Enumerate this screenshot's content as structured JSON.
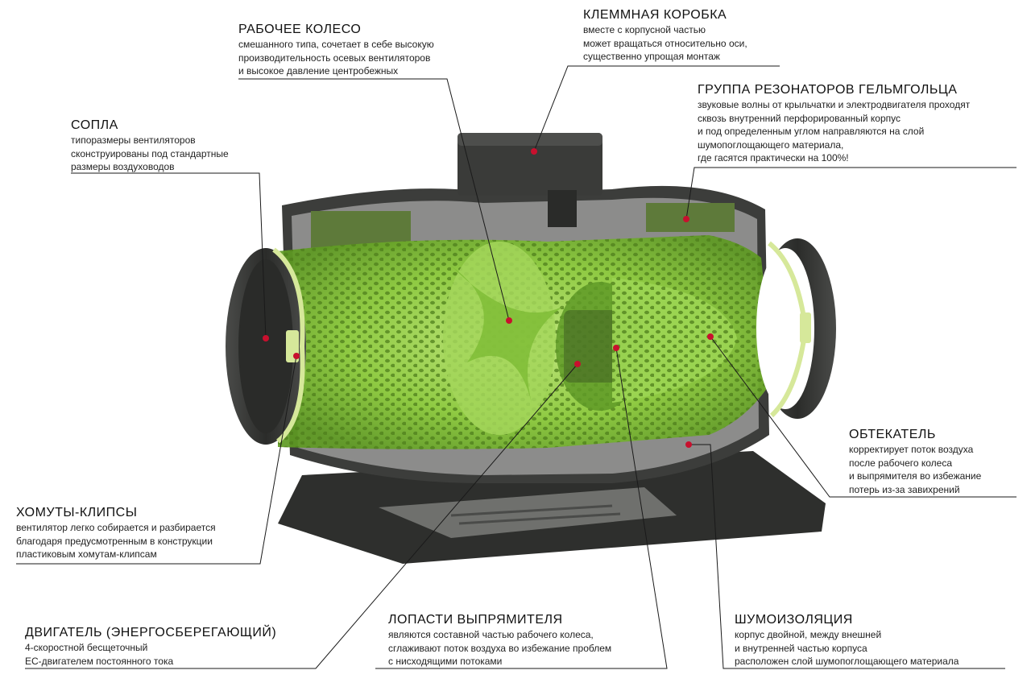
{
  "callouts": {
    "impeller": {
      "title": "РАБОЧЕЕ КОЛЕСО",
      "lines": [
        "смешанного типа, сочетает в себе высокую",
        "производительность осевых вентиляторов",
        "и высокое давление центробежных"
      ]
    },
    "terminal_box": {
      "title": "КЛЕММНАЯ КОРОБКА",
      "lines": [
        "вместе с корпусной частью",
        "может вращаться относительно оси,",
        "существенно упрощая монтаж"
      ]
    },
    "resonators": {
      "title": "ГРУППА РЕЗОНАТОРОВ ГЕЛЬМГОЛЬЦА",
      "lines": [
        "звуковые волны от крыльчатки и электродвигателя проходят",
        "сквозь внутренний перфорированный корпус",
        "и под определенным углом направляются на слой",
        "шумопоглощающего материала,",
        "где гасятся практически на 100%!"
      ]
    },
    "nozzles": {
      "title": "СОПЛА",
      "lines": [
        "типоразмеры вентиляторов",
        "сконструированы под стандартные",
        "размеры воздуховодов"
      ]
    },
    "fairing": {
      "title": "ОБТЕКАТЕЛЬ",
      "lines": [
        "корректирует поток воздуха",
        "после рабочего колеса",
        "и выпрямителя во избежание",
        "потерь из-за завихрений"
      ]
    },
    "clamps": {
      "title": "ХОМУТЫ-КЛИПСЫ",
      "lines": [
        "вентилятор легко собирается и разбирается",
        "благодаря предусмотренным в конструкции",
        "пластиковым хомутам-клипсам"
      ]
    },
    "motor": {
      "title": "ДВИГАТЕЛЬ (ЭНЕРГОСБЕРЕГАЮЩИЙ)",
      "lines": [
        "4-скоростной бесщеточный",
        "EC-двигателем постоянного тока"
      ]
    },
    "vanes": {
      "title": "ЛОПАСТИ ВЫПРЯМИТЕЛЯ",
      "lines": [
        "являются составной частью рабочего колеса,",
        "сглаживают поток воздуха во избежание проблем",
        "с нисходящими потоками"
      ]
    },
    "insulation": {
      "title": "ШУМОИЗОЛЯЦИЯ",
      "lines": [
        "корпус двойной, между внешней",
        "и внутренней частью корпуса",
        "расположен слой шумопоглощающего материала"
      ]
    }
  },
  "colors": {
    "housing": "#3c3d3b",
    "insulation": "#8c8c8b",
    "green": "#8fcf3c",
    "green_light": "#b6e46a",
    "marker": "#c8102e",
    "leader": "#1a1a1a"
  }
}
